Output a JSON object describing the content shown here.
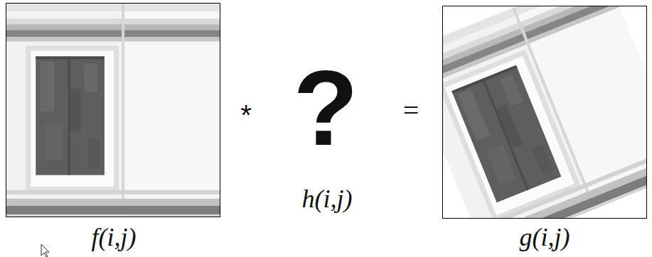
{
  "diagram": {
    "labels": [
      "f(i,j)",
      "*",
      "?",
      "h(i,j)",
      "=",
      "g(i,j)"
    ]
  }
}
